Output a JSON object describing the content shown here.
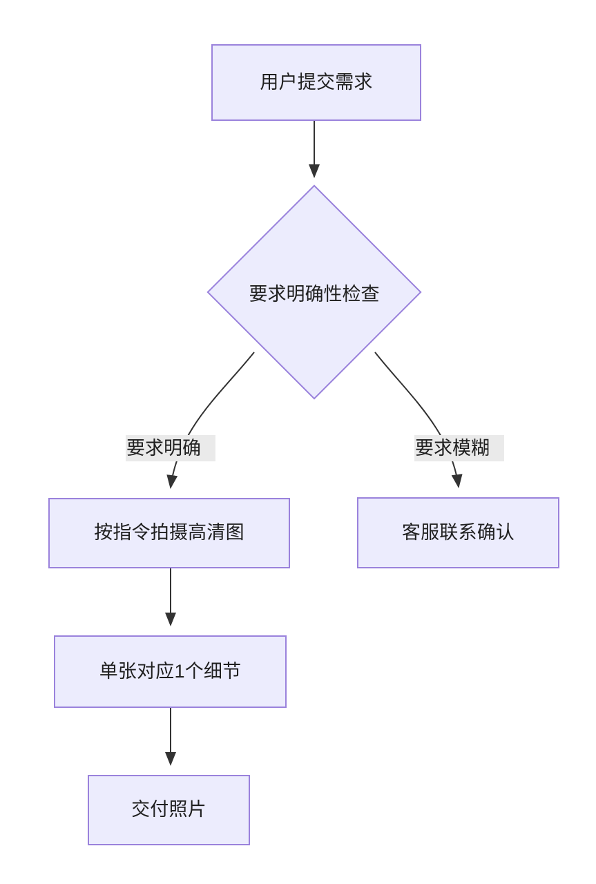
{
  "diagram": {
    "type": "flowchart",
    "direction": "top-down",
    "title": "",
    "theme": {
      "node_fill": "#ececfd",
      "node_border": "#9a82dc",
      "node_text": "#1f1f1f",
      "edge_stroke": "#333333",
      "edge_label_bg": "#eaeaea",
      "canvas_bg": "#ffffff"
    },
    "nodes": [
      {
        "id": "start",
        "shape": "rectangle",
        "label": "用户提交需求",
        "truncated": false
      },
      {
        "id": "check",
        "shape": "diamond",
        "label": "要求明确性检查",
        "truncated": false
      },
      {
        "id": "shoot",
        "shape": "rectangle",
        "label": "按指令拍摄高清图",
        "truncated": true
      },
      {
        "id": "support",
        "shape": "rectangle",
        "label": "客服联系确认",
        "truncated": true
      },
      {
        "id": "detail",
        "shape": "rectangle",
        "label": "单张对应1个细节",
        "truncated": true
      },
      {
        "id": "deliver",
        "shape": "rectangle",
        "label": "交付照片",
        "truncated": false
      }
    ],
    "edges": [
      {
        "from": "start",
        "to": "check",
        "label": ""
      },
      {
        "from": "check",
        "to": "shoot",
        "label": "要求明确"
      },
      {
        "from": "check",
        "to": "support",
        "label": "要求模糊"
      },
      {
        "from": "shoot",
        "to": "detail",
        "label": ""
      },
      {
        "from": "detail",
        "to": "deliver",
        "label": ""
      }
    ]
  }
}
